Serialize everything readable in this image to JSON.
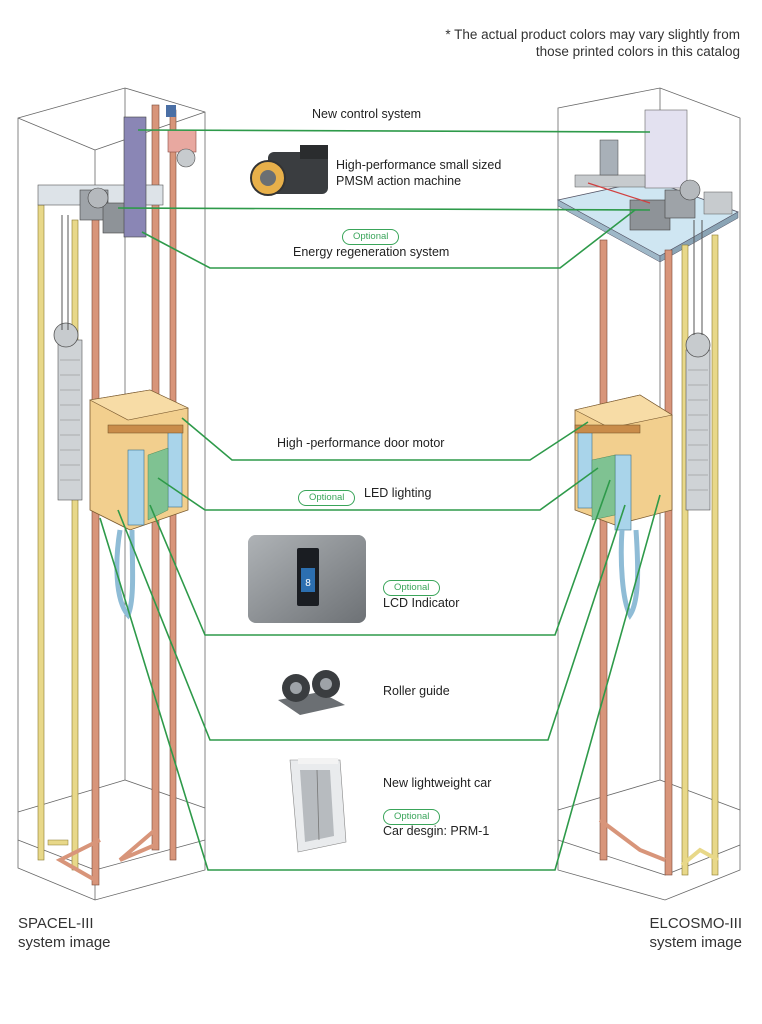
{
  "note": "* The actual product colors may vary slightly from those printed colors in this catalog",
  "labels": {
    "control": "New control system",
    "machine_line1": "High-performance small sized",
    "machine_line2": "PMSM action machine",
    "optional": "Optional",
    "energy": "Energy regeneration system",
    "door_motor": "High -performance door motor",
    "led": "LED lighting",
    "lcd": "LCD Indicator",
    "roller": "Roller guide",
    "car": "New lightweight car",
    "car_design": "Car desgin: PRM-1"
  },
  "systems": {
    "left_line1": "SPACEL-III",
    "left_line2": "system image",
    "right_line1": "ELCOSMO-III",
    "right_line2": "system image"
  },
  "colors": {
    "leader": "#2e9a4a",
    "rail_copper": "#d8957a",
    "rail_yellow": "#e8d889",
    "car_body": "#f2cf8e",
    "door": "#a9d4ea",
    "control_box": "#8a86b5",
    "outline": "#444444"
  }
}
